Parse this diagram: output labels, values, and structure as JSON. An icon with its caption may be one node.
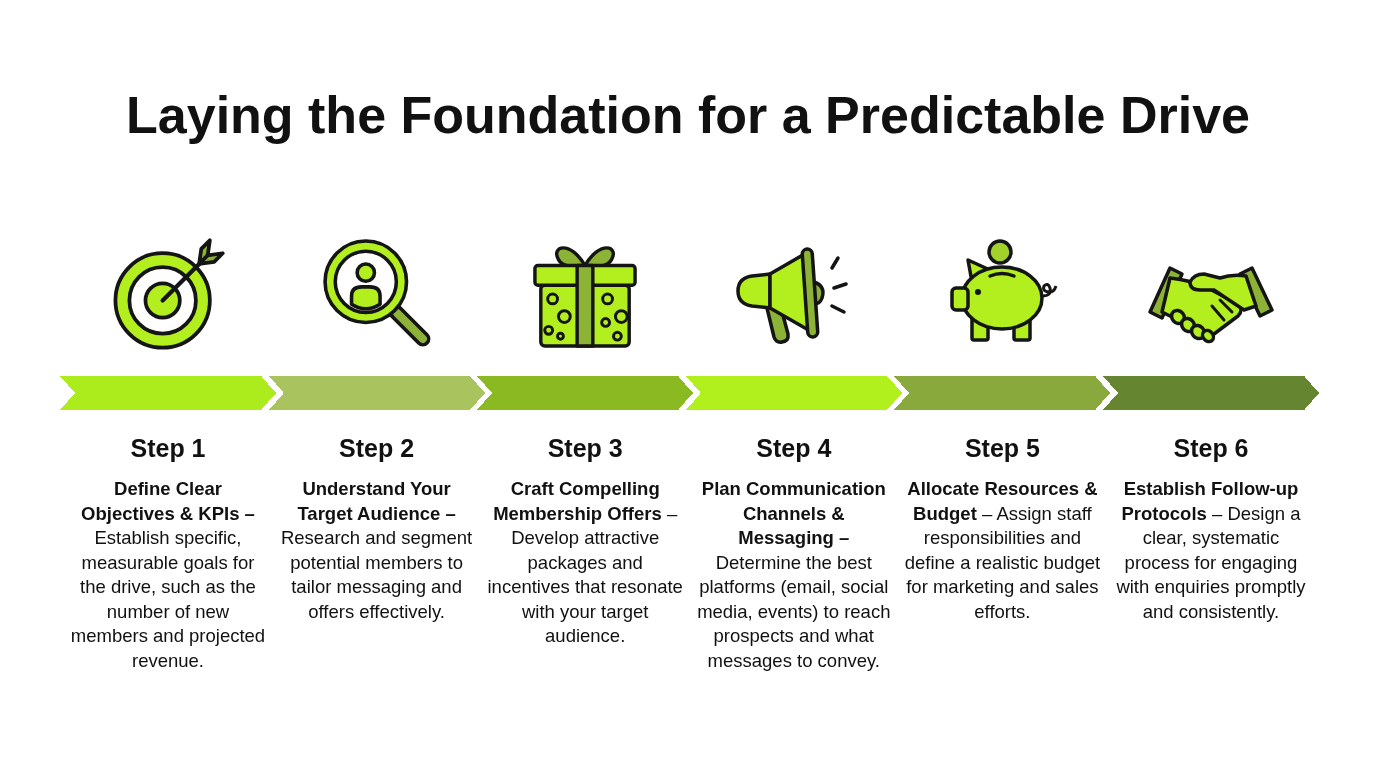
{
  "diagram": {
    "title": "Laying the Foundation for a Predictable Drive",
    "nodes": [
      {
        "text": [
          "Step 1",
          "**Define Clear Objectives & KPIs –** Establish specific, measurable goals for the drive, such as the number of new members and projected revenue."
        ]
      },
      {
        "text": [
          "Step 2",
          "**Understand Your Target Audience –** Research and segment potential members to tailor messaging and offers effectively."
        ]
      },
      {
        "text": [
          "Step 3",
          "**Craft Compelling Membership Offers** – Develop attractive packages and incentives that resonate with your target audience."
        ]
      },
      {
        "text": [
          "Step 4",
          "**Plan Communication Channels & Messaging –** Determine the best platforms (email, social media, events) to reach prospects and what messages to convey."
        ]
      },
      {
        "text": [
          "Step 5",
          "**Allocate Resources & Budget** – Assign staff responsibilities and define a realistic budget for marketing and sales efforts."
        ]
      },
      {
        "text": [
          "Step 6",
          "**Establish Follow-up Protocols** – Design a clear, systematic process for engaging with enquiries promptly and consistently."
        ]
      }
    ]
  }
}
